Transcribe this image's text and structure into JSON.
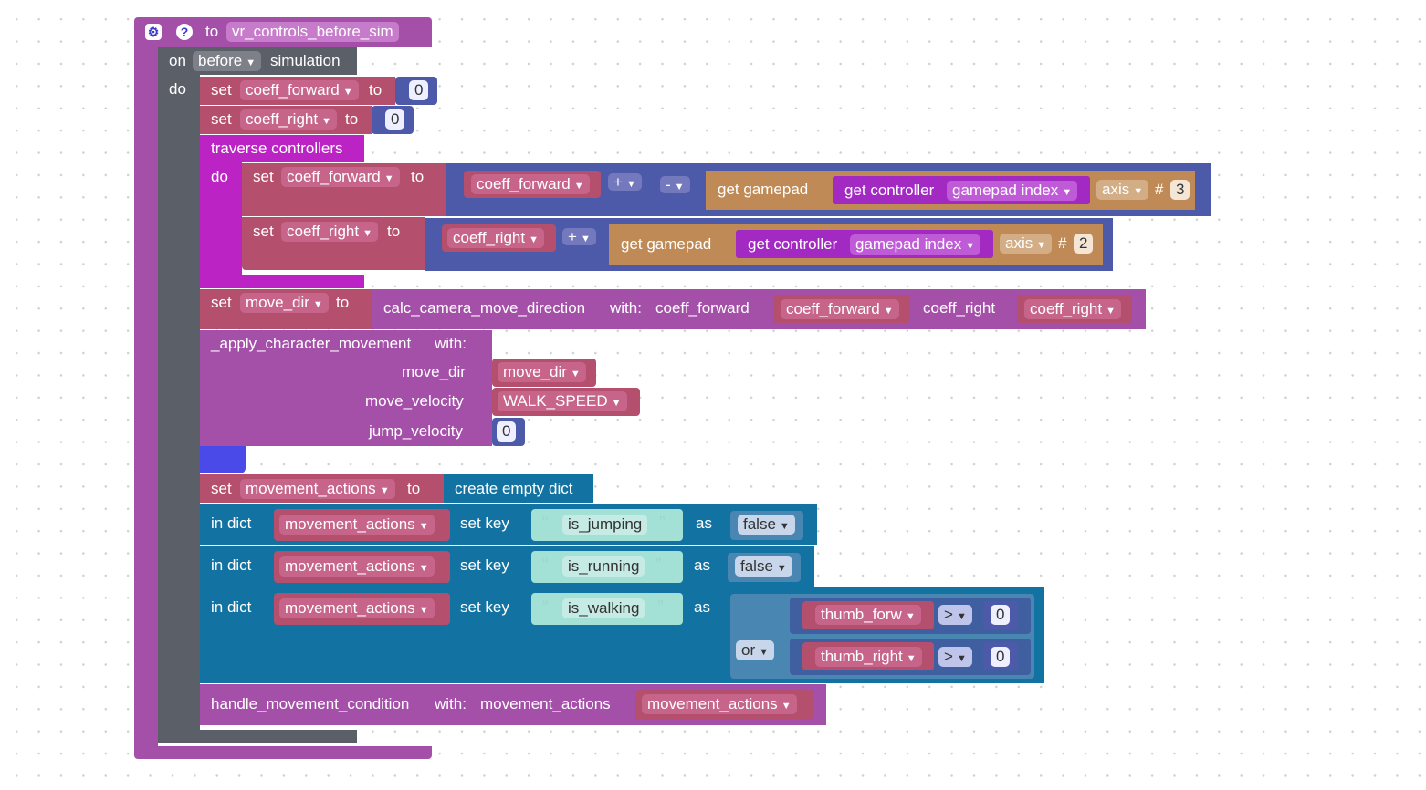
{
  "header": {
    "settings_icon": "gear-icon",
    "help_icon": "question-icon",
    "to_label": "to",
    "function_name": "vr_controls_before_sim"
  },
  "event": {
    "on_label": "on",
    "phase": "before",
    "phase_suffix": "simulation",
    "do_label": "do"
  },
  "set_label": "set",
  "to_label": "to",
  "do_label": "do",
  "blocks": {
    "set_coeff_forward": {
      "var": "coeff_forward",
      "value": "0"
    },
    "set_coeff_right": {
      "var": "coeff_right",
      "value": "0"
    },
    "traverse": {
      "label": "traverse controllers"
    },
    "inner_forward": {
      "var": "coeff_forward",
      "arg": "coeff_forward",
      "op1": "+",
      "op2": "-",
      "gamepad_label": "get gamepad",
      "controller_label": "get controller",
      "controller_field": "gamepad index",
      "axis_label": "axis",
      "hash": "#",
      "axis_num": "3"
    },
    "inner_right": {
      "var": "coeff_right",
      "arg": "coeff_right",
      "op1": "+",
      "gamepad_label": "get gamepad",
      "controller_label": "get controller",
      "controller_field": "gamepad index",
      "axis_label": "axis",
      "hash": "#",
      "axis_num": "2"
    },
    "set_move_dir": {
      "var": "move_dir",
      "call": "calc_camera_move_direction",
      "with_label": "with:",
      "param1": "coeff_forward",
      "arg1": "coeff_forward",
      "param2": "coeff_right",
      "arg2": "coeff_right"
    },
    "apply": {
      "call": "_apply_character_movement",
      "with_label": "with:",
      "p1": "move_dir",
      "a1": "move_dir",
      "p2": "move_velocity",
      "a2": "WALK_SPEED",
      "p3": "jump_velocity",
      "a3": "0"
    },
    "set_actions": {
      "var": "movement_actions",
      "value": "create empty dict"
    },
    "dict1": {
      "in_dict": "in dict",
      "dict": "movement_actions",
      "set_key": "set key",
      "key": "is_jumping",
      "as": "as",
      "value": "false"
    },
    "dict2": {
      "in_dict": "in dict",
      "dict": "movement_actions",
      "set_key": "set key",
      "key": "is_running",
      "as": "as",
      "value": "false"
    },
    "dict3": {
      "in_dict": "in dict",
      "dict": "movement_actions",
      "set_key": "set key",
      "key": "is_walking",
      "as": "as",
      "or": "or",
      "c1_var": "thumb_forw",
      "c1_op": ">",
      "c1_val": "0",
      "c2_var": "thumb_right",
      "c2_op": ">",
      "c2_val": "0"
    },
    "handle": {
      "call": "handle_movement_condition",
      "with_label": "with:",
      "param": "movement_actions",
      "arg": "movement_actions"
    }
  },
  "colors": {
    "procedure": "#a44fa8",
    "event": "#5b6068",
    "variable": "#b44f6e",
    "math": "#4d5aaa",
    "gamepad": "#bf8a55",
    "controller": "#a22ac3",
    "dict": "#1273a2",
    "traverse": "#bb23c4"
  }
}
